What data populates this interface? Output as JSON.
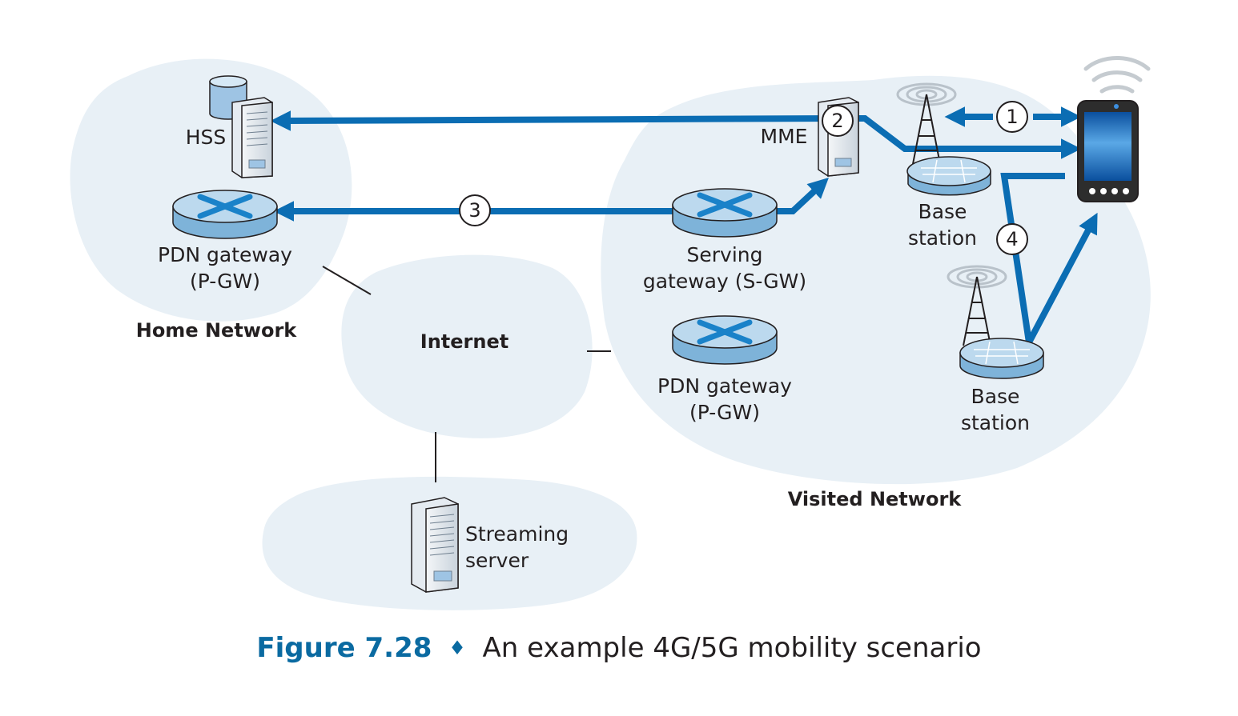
{
  "colors": {
    "cloud": "#e8f0f6",
    "flow": "#0b6db3",
    "router_top": "#bcd9ee",
    "router_side": "#7eb3d9",
    "router_mark": "#1a82c9",
    "text": "#231f20",
    "caption_accent": "#0a6aa1"
  },
  "networks": {
    "home": "Home Network",
    "internet": "Internet",
    "visited": "Visited Network"
  },
  "nodes": {
    "hss": "HSS",
    "home_pgw_line1": "PDN gateway",
    "home_pgw_line2": "(P-GW)",
    "mme": "MME",
    "sgw_line1": "Serving",
    "sgw_line2": "gateway (S-GW)",
    "visited_pgw_line1": "PDN gateway",
    "visited_pgw_line2": "(P-GW)",
    "bs1_line1": "Base",
    "bs1_line2": "station",
    "bs2_line1": "Base",
    "bs2_line2": "station",
    "streaming_line1": "Streaming",
    "streaming_line2": "server"
  },
  "steps": [
    "1",
    "2",
    "3",
    "4"
  ],
  "caption": {
    "figure": "Figure 7.28",
    "separator": "♦",
    "text": "An example 4G/5G mobility scenario"
  }
}
